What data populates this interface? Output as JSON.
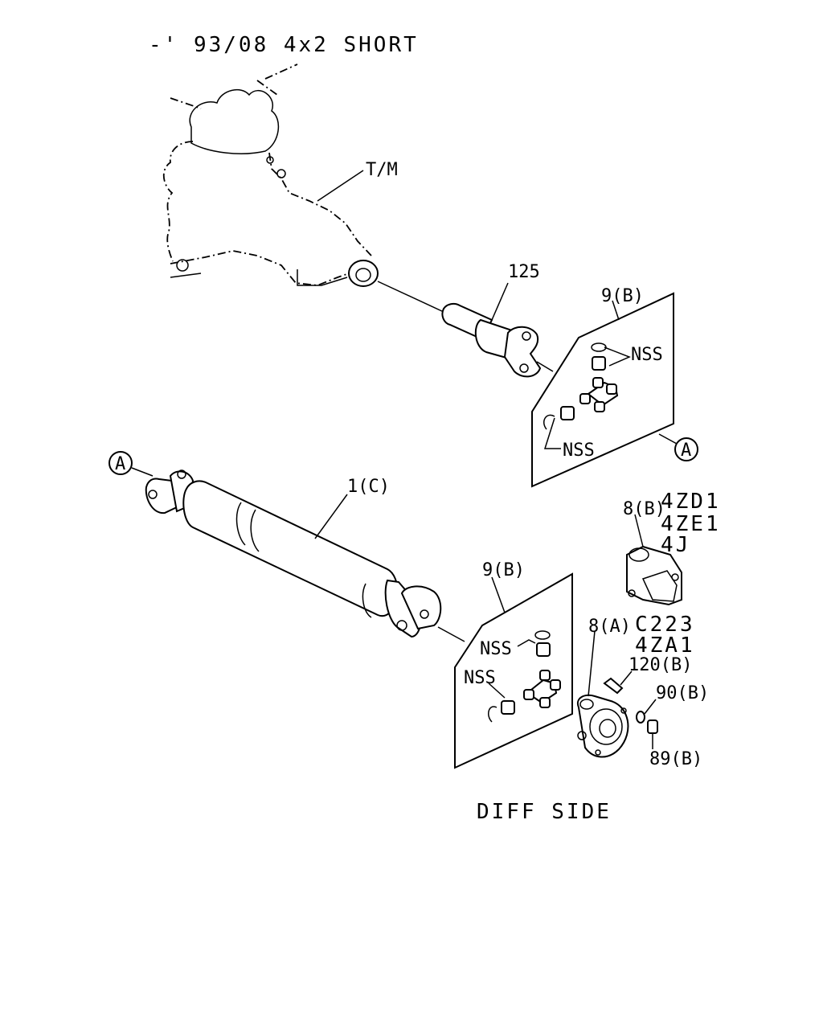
{
  "title": "-' 93/08  4x2 SHORT",
  "labels": {
    "tm": "T/M",
    "p125": "125",
    "p9b_top": "9(B)",
    "nss_top_1": "NSS",
    "nss_top_2": "NSS",
    "ref_a_right": "A",
    "ref_a_left": "A",
    "p1c": "1(C)",
    "p8b": "8(B)",
    "engine_1": "4ZD1",
    "engine_2": "4ZE1",
    "engine_3": "4J",
    "p9b_bottom": "9(B)",
    "nss_bot_1": "NSS",
    "nss_bot_2": "NSS",
    "p8a": "8(A)",
    "engine_4": "C223",
    "engine_5": "4ZA1",
    "p120b": "120(B)",
    "p90b": "90(B)",
    "p89b": "89(B)",
    "diff_side": "DIFF SIDE"
  }
}
